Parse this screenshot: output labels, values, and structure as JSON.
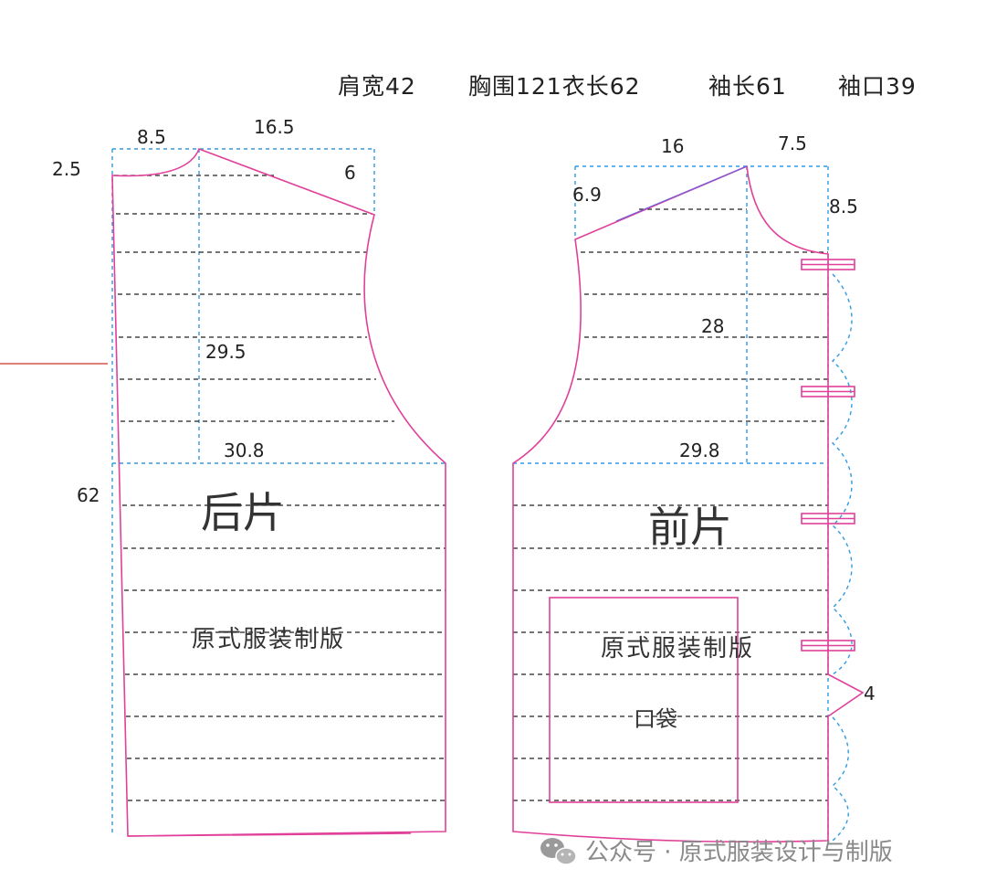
{
  "specs": {
    "shoulder": "肩宽42",
    "chest_length": "胸围121衣长62",
    "sleeve_length": "袖长61",
    "cuff": "袖口39"
  },
  "back": {
    "title": "后片",
    "brand": "原式服装制版",
    "dims": {
      "neck_width": "8.5",
      "shoulder_run": "16.5",
      "neck_depth": "2.5",
      "shoulder_drop": "6",
      "armhole_depth": "29.5",
      "half_chest": "30.8",
      "length": "62"
    }
  },
  "front": {
    "title": "前片",
    "brand": "原式服装制版",
    "pocket_label": "口袋",
    "dims": {
      "shoulder_run": "16",
      "neck_width": "7.5",
      "shoulder_drop": "6.9",
      "neck_depth": "8.5",
      "armhole_depth": "28",
      "half_chest": "29.8",
      "placket": "4"
    }
  },
  "watermark": {
    "icon": "wechat-icon",
    "text": "公众号 · 原式服装设计与制版"
  }
}
